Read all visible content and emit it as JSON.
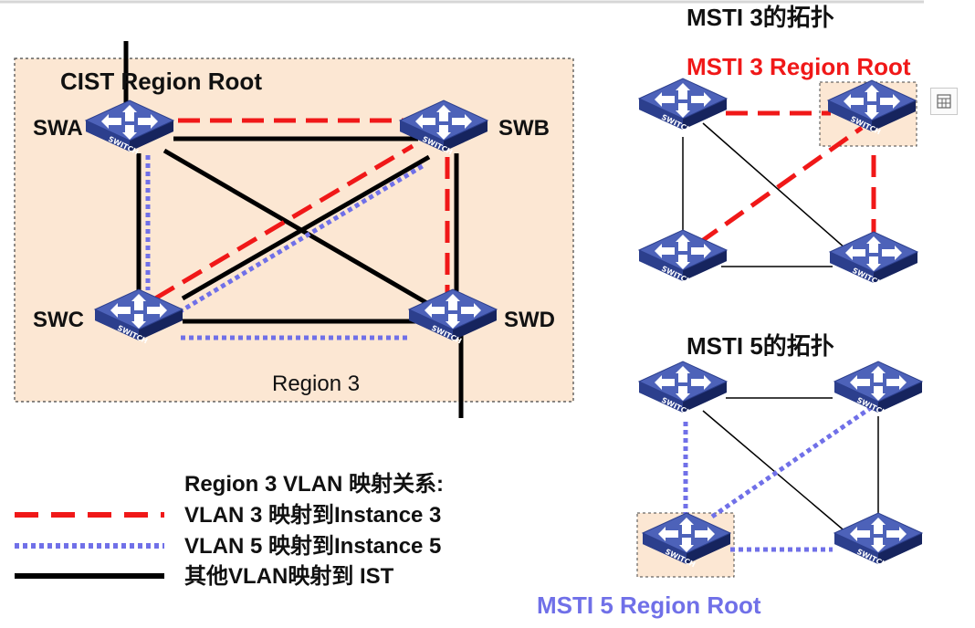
{
  "left": {
    "region_name": "Region 3",
    "cist_root_label": "CIST Region Root",
    "switches": {
      "a": "SWA",
      "b": "SWB",
      "c": "SWC",
      "d": "SWD"
    },
    "switch_badge": "SWITCH"
  },
  "msti3": {
    "title": "MSTI 3的拓扑",
    "root_label": "MSTI 3 Region Root",
    "root_color": "#f01818"
  },
  "msti5": {
    "title": "MSTI 5的拓扑",
    "root_label": "MSTI 5 Region Root",
    "root_color": "#7070e8"
  },
  "legend": {
    "title": "Region 3 VLAN 映射关系:",
    "items": [
      {
        "style": "red-dashed",
        "color": "#f01818",
        "text": "VLAN 3 映射到Instance 3"
      },
      {
        "style": "blue-dotted",
        "color": "#7070e8",
        "text": "VLAN 5 映射到Instance 5"
      },
      {
        "style": "black-solid",
        "color": "#000000",
        "text": "其他VLAN映射到 IST"
      }
    ]
  },
  "colors": {
    "region_bg": "#fce7d3",
    "red": "#f01818",
    "blue": "#7070e8",
    "switch_top": "#4d62b9",
    "switch_side": "#1f2f74"
  },
  "toolbar": {
    "icon": "table-grid-icon"
  }
}
